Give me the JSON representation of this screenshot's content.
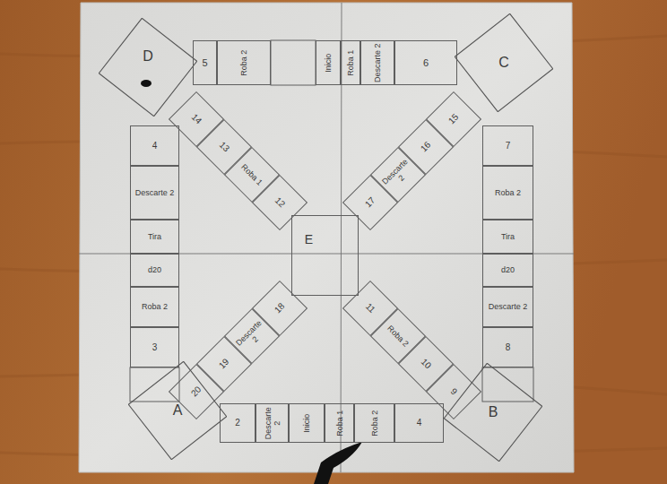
{
  "diagram": {
    "nodes": [
      {
        "text": [
          "D"
        ]
      },
      {
        "text": [
          "5"
        ]
      },
      {
        "text": [
          "Roba 2"
        ]
      },
      {
        "text": [
          "Inicio"
        ]
      },
      {
        "text": [
          "Roba 1"
        ]
      },
      {
        "text": [
          "Descarte 2"
        ]
      },
      {
        "text": [
          "6"
        ]
      },
      {
        "text": [
          "C"
        ]
      },
      {
        "text": [
          "14"
        ]
      },
      {
        "text": [
          "15"
        ]
      },
      {
        "text": [
          "4"
        ]
      },
      {
        "text": [
          "7"
        ]
      },
      {
        "text": [
          "13"
        ]
      },
      {
        "text": [
          "16"
        ]
      },
      {
        "text": [
          "Descarte 2"
        ]
      },
      {
        "text": [
          "Roba 1"
        ]
      },
      {
        "text": [
          "Descarte 2"
        ]
      },
      {
        "text": [
          "Roba 2"
        ]
      },
      {
        "text": [
          "12"
        ]
      },
      {
        "text": [
          "17"
        ]
      },
      {
        "text": [
          "E"
        ]
      },
      {
        "text": [
          "Tira"
        ]
      },
      {
        "text": [
          "Tira"
        ]
      },
      {
        "text": [
          "d20"
        ]
      },
      {
        "text": [
          "d20"
        ]
      },
      {
        "text": [
          "11"
        ]
      },
      {
        "text": [
          "18"
        ]
      },
      {
        "text": [
          "Roba 2"
        ]
      },
      {
        "text": [
          "Descarte 2"
        ]
      },
      {
        "text": [
          "Descarte 2"
        ]
      },
      {
        "text": [
          "Roba 2"
        ]
      },
      {
        "text": [
          "3"
        ]
      },
      {
        "text": [
          "8"
        ]
      },
      {
        "text": [
          "19"
        ]
      },
      {
        "text": [
          "10"
        ]
      },
      {
        "text": [
          "20"
        ]
      },
      {
        "text": [
          "9"
        ]
      },
      {
        "text": [
          "A"
        ]
      },
      {
        "text": [
          "B"
        ]
      },
      {
        "text": [
          "2"
        ]
      },
      {
        "text": [
          "Descarte 2"
        ]
      },
      {
        "text": [
          "Inicio"
        ]
      },
      {
        "text": [
          "Roba 1"
        ]
      },
      {
        "text": [
          "Roba 2"
        ]
      },
      {
        "text": [
          "4"
        ]
      }
    ]
  }
}
